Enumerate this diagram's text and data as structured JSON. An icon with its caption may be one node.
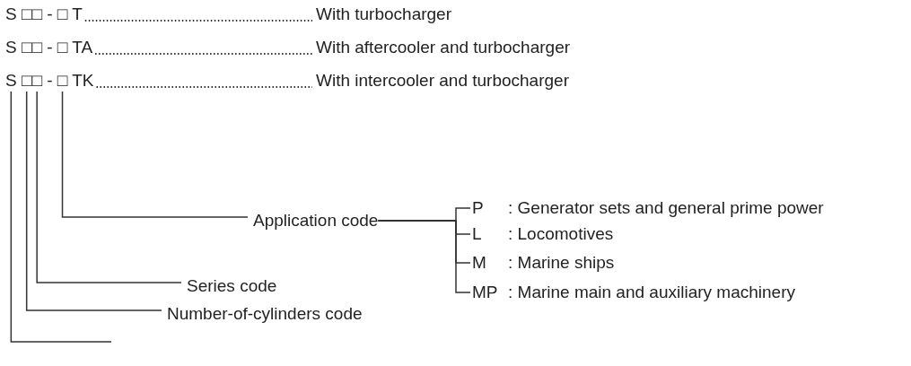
{
  "diagram": {
    "nodes": [
      {
        "text": [
          "S □□ - □ T"
        ]
      },
      {
        "text": [
          "With  turbocharger"
        ]
      },
      {
        "text": [
          "S □□ - □ TA"
        ]
      },
      {
        "text": [
          "With aftercooler and turbocharger"
        ]
      },
      {
        "text": [
          "S □□ - □ TK"
        ]
      },
      {
        "text": [
          "With intercooler and turbocharger"
        ]
      },
      {
        "text": [
          "Application code"
        ]
      },
      {
        "text": [
          "P",
          ": Generator sets and general prime power"
        ]
      },
      {
        "text": [
          "L",
          ": Locomotives"
        ]
      },
      {
        "text": [
          "M",
          ": Marine ships"
        ]
      },
      {
        "text": [
          "MP",
          ": Marine main and auxiliary machinery"
        ]
      },
      {
        "text": [
          "Series code"
        ]
      },
      {
        "text": [
          "Number-of-cylinders code"
        ]
      }
    ],
    "edges": [
      {
        "from": 0,
        "to": 1,
        "arrow": "none",
        "style": "dashed"
      },
      {
        "from": 2,
        "to": 3,
        "arrow": "none",
        "style": "dashed"
      },
      {
        "from": 4,
        "to": 5,
        "arrow": "none",
        "style": "dashed"
      },
      {
        "from": 6,
        "to": 7,
        "arrow": "none"
      },
      {
        "from": 6,
        "to": 8,
        "arrow": "none"
      },
      {
        "from": 6,
        "to": 9,
        "arrow": "none"
      },
      {
        "from": 6,
        "to": 10,
        "arrow": "none"
      },
      {
        "from": 6,
        "to": 4,
        "arrow": "none"
      },
      {
        "from": 11,
        "to": 4,
        "arrow": "none"
      },
      {
        "from": 12,
        "to": 4,
        "arrow": "none"
      },
      {
        "from": 4,
        "to": null,
        "arrow": "none"
      }
    ]
  }
}
